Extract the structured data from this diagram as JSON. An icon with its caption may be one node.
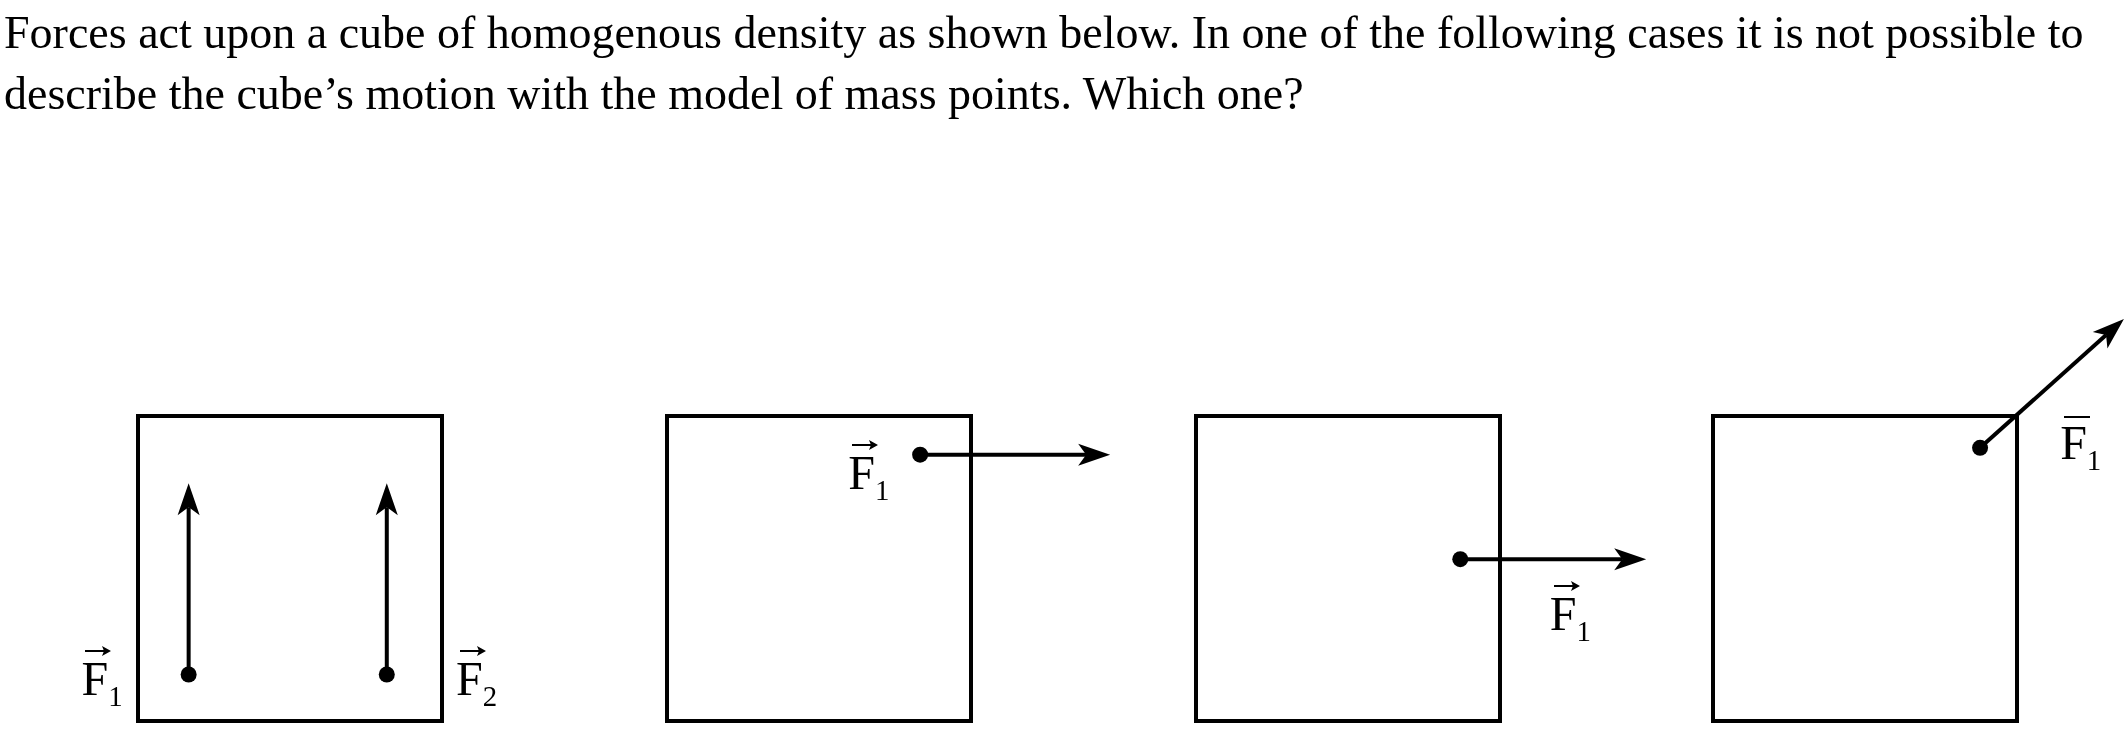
{
  "diagram": {
    "title": "Forces act upon a cube of homogenous density as shown below. In one of the following cases it is not possible to describe the cube’s motion with the model of mass points. Which one?",
    "nodes": [
      {
        "text": [],
        "shape": "box"
      },
      {
        "text": [],
        "shape": "box"
      },
      {
        "text": [],
        "shape": "box"
      },
      {
        "text": [],
        "shape": "box"
      }
    ],
    "edges": [],
    "labels": [
      "F$_{1}$",
      "F$_{2}$",
      "F$_{1}$",
      "F$_{1}$",
      "F$_{1}$"
    ]
  }
}
